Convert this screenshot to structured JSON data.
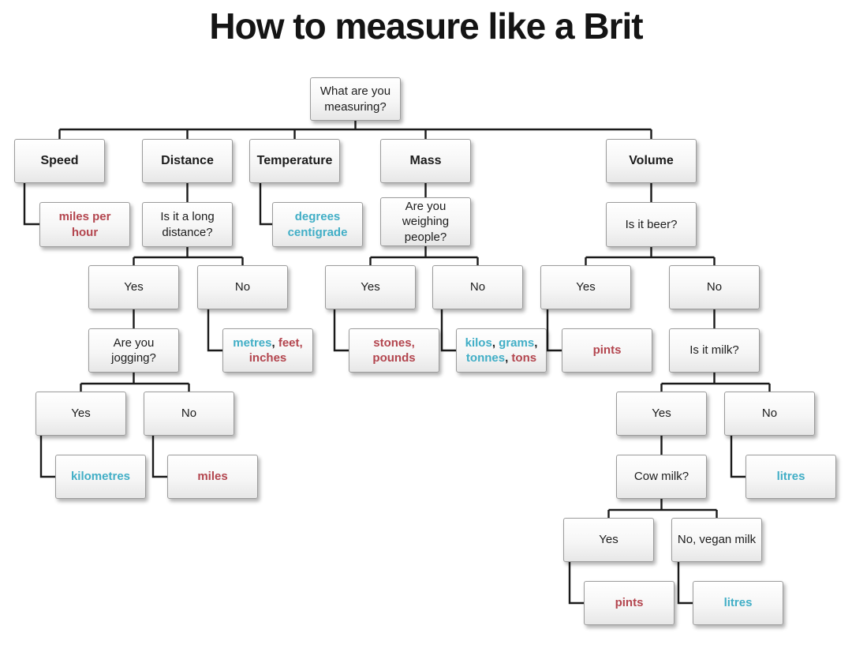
{
  "title": "How to measure like a Brit",
  "colors": {
    "metric_accent": "#41aec6",
    "imperial_accent": "#b3454e",
    "line": "#1a1a1a",
    "box_border": "#9b9b9b"
  },
  "nodes": {
    "root": {
      "label": "What are you measuring?"
    },
    "speed": {
      "label": "Speed"
    },
    "distance": {
      "label": "Distance"
    },
    "temperature": {
      "label": "Temperature"
    },
    "mass": {
      "label": "Mass"
    },
    "volume": {
      "label": "Volume"
    },
    "miles_per_hour": {
      "label": "miles per hour",
      "color": "red"
    },
    "long_distance_q": {
      "label": "Is it a long distance?"
    },
    "degrees_centigrade": {
      "label": "degrees centigrade",
      "color": "teal"
    },
    "weighing_people_q": {
      "label": "Are you weighing people?"
    },
    "is_it_beer_q": {
      "label": "Is it beer?"
    },
    "distance_yes": {
      "label": "Yes"
    },
    "distance_no": {
      "label": "No"
    },
    "mass_yes": {
      "label": "Yes"
    },
    "mass_no": {
      "label": "No"
    },
    "beer_yes": {
      "label": "Yes"
    },
    "beer_no": {
      "label": "No"
    },
    "jogging_q": {
      "label": "Are you jogging?"
    },
    "metres_feet_inches": {
      "segments": [
        {
          "text": "metres",
          "color": "teal"
        },
        {
          "text": ", ",
          "color": "black"
        },
        {
          "text": "feet, inches",
          "color": "red"
        }
      ]
    },
    "stones_pounds": {
      "label": "stones, pounds",
      "color": "red"
    },
    "kilos_grams_tonnes_tons": {
      "segments": [
        {
          "text": "kilos",
          "color": "teal"
        },
        {
          "text": ", ",
          "color": "black"
        },
        {
          "text": "grams",
          "color": "teal"
        },
        {
          "text": ", ",
          "color": "black"
        },
        {
          "text": "tonnes",
          "color": "teal"
        },
        {
          "text": ", ",
          "color": "black"
        },
        {
          "text": "tons",
          "color": "red"
        }
      ]
    },
    "beer_pints": {
      "label": "pints",
      "color": "red"
    },
    "is_it_milk_q": {
      "label": "Is it milk?"
    },
    "jogging_yes": {
      "label": "Yes"
    },
    "jogging_no": {
      "label": "No"
    },
    "milk_yes": {
      "label": "Yes"
    },
    "milk_no": {
      "label": "No"
    },
    "kilometres": {
      "label": "kilometres",
      "color": "teal"
    },
    "miles": {
      "label": "miles",
      "color": "red"
    },
    "cow_milk_q": {
      "label": "Cow milk?"
    },
    "milk_litres": {
      "label": "litres",
      "color": "teal"
    },
    "cow_yes": {
      "label": "Yes"
    },
    "cow_no": {
      "label": "No, vegan milk"
    },
    "cow_pints": {
      "label": "pints",
      "color": "red"
    },
    "vegan_litres": {
      "label": "litres",
      "color": "teal"
    }
  }
}
